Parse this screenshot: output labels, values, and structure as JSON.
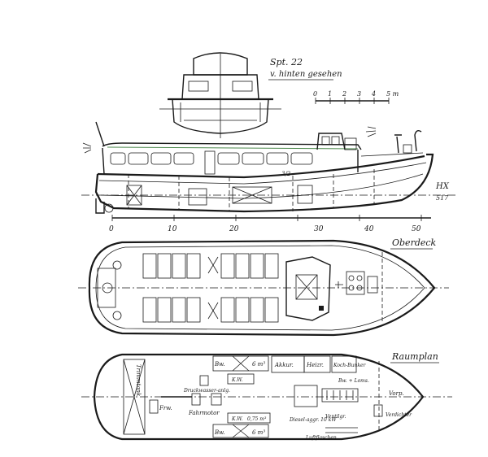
{
  "section_view": {
    "title": "Spt. 22",
    "subtitle": "v. hinten gesehen"
  },
  "scale_bar": {
    "ticks": [
      "0",
      "1",
      "2",
      "3",
      "4",
      "5 m"
    ]
  },
  "side_view": {
    "frame_labels": [
      "0",
      "10",
      "20",
      "30",
      "40",
      "50"
    ],
    "waterline_label": "HX",
    "waterline_value": "517",
    "detail_mark": "3/2"
  },
  "oberdeck": {
    "title": "Oberdeck"
  },
  "raumplan": {
    "title": "Raumplan",
    "labels": {
      "trimmtank": "Trimmtank",
      "frw": "Frw.",
      "bw_top": "Bw.",
      "bw_bottom": "Bw.",
      "tank_top": "6 m³",
      "tank_bottom": "6 m³",
      "akkur": "Akkur.",
      "heizr": "Heizr.",
      "koch_bunker": "Koch-Bunker",
      "bw_loms": "Bw. + Loms.",
      "druckwasser": "Druckwasser-anlg.",
      "fahrmotor": "Fahrmotor",
      "kw_top": "K.W.",
      "kw_bottom": "K.W.",
      "kw_note": "0,75 m³",
      "vorp": "Vorp.",
      "ventilator": "Ventilgr.",
      "verdichter": "Verdichter",
      "diesel_aggr": "Diesel-aggr. 10 kW",
      "luftflaschen": "Luftflaschen"
    }
  }
}
